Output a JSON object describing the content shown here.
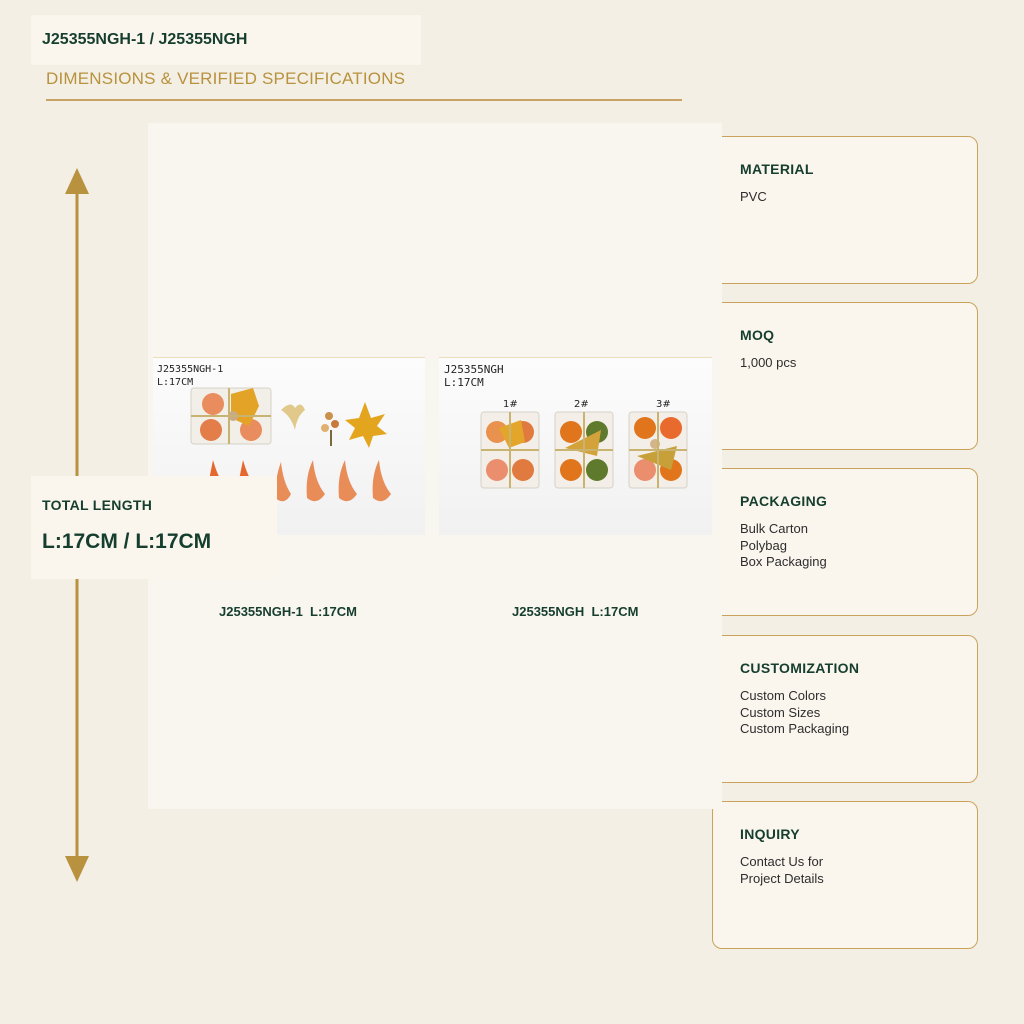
{
  "header": {
    "title": "J25355NGH-1 / J25355NGH",
    "subtitle": "DIMENSIONS & VERIFIED SPECIFICATIONS"
  },
  "products": [
    {
      "photo_tag": "J25355NGH-1\nL:17CM",
      "caption": "J25355NGH-1  L:17CM"
    },
    {
      "photo_tag": "J25355NGH\nL:17CM",
      "caption": "J25355NGH  L:17CM",
      "box_labels": [
        "1#",
        "2#",
        "3#"
      ]
    }
  ],
  "total": {
    "label": "TOTAL LENGTH",
    "value": "L:17CM / L:17CM"
  },
  "specs": [
    {
      "title": "MATERIAL",
      "lines": [
        "PVC"
      ]
    },
    {
      "title": "MOQ",
      "lines": [
        "1,000 pcs"
      ]
    },
    {
      "title": "PACKAGING",
      "lines": [
        "Bulk Carton",
        "Polybag",
        "Box Packaging"
      ]
    },
    {
      "title": "CUSTOMIZATION",
      "lines": [
        "Custom Colors",
        "Custom Sizes",
        "Custom Packaging"
      ]
    },
    {
      "title": "INQUIRY",
      "lines": [
        "Contact Us for",
        "Project Details"
      ]
    }
  ],
  "colors": {
    "background": "#f4efe4",
    "panel": "#f9f6ef",
    "accent_gold": "#b8923e",
    "heading_green": "#163e2e"
  }
}
